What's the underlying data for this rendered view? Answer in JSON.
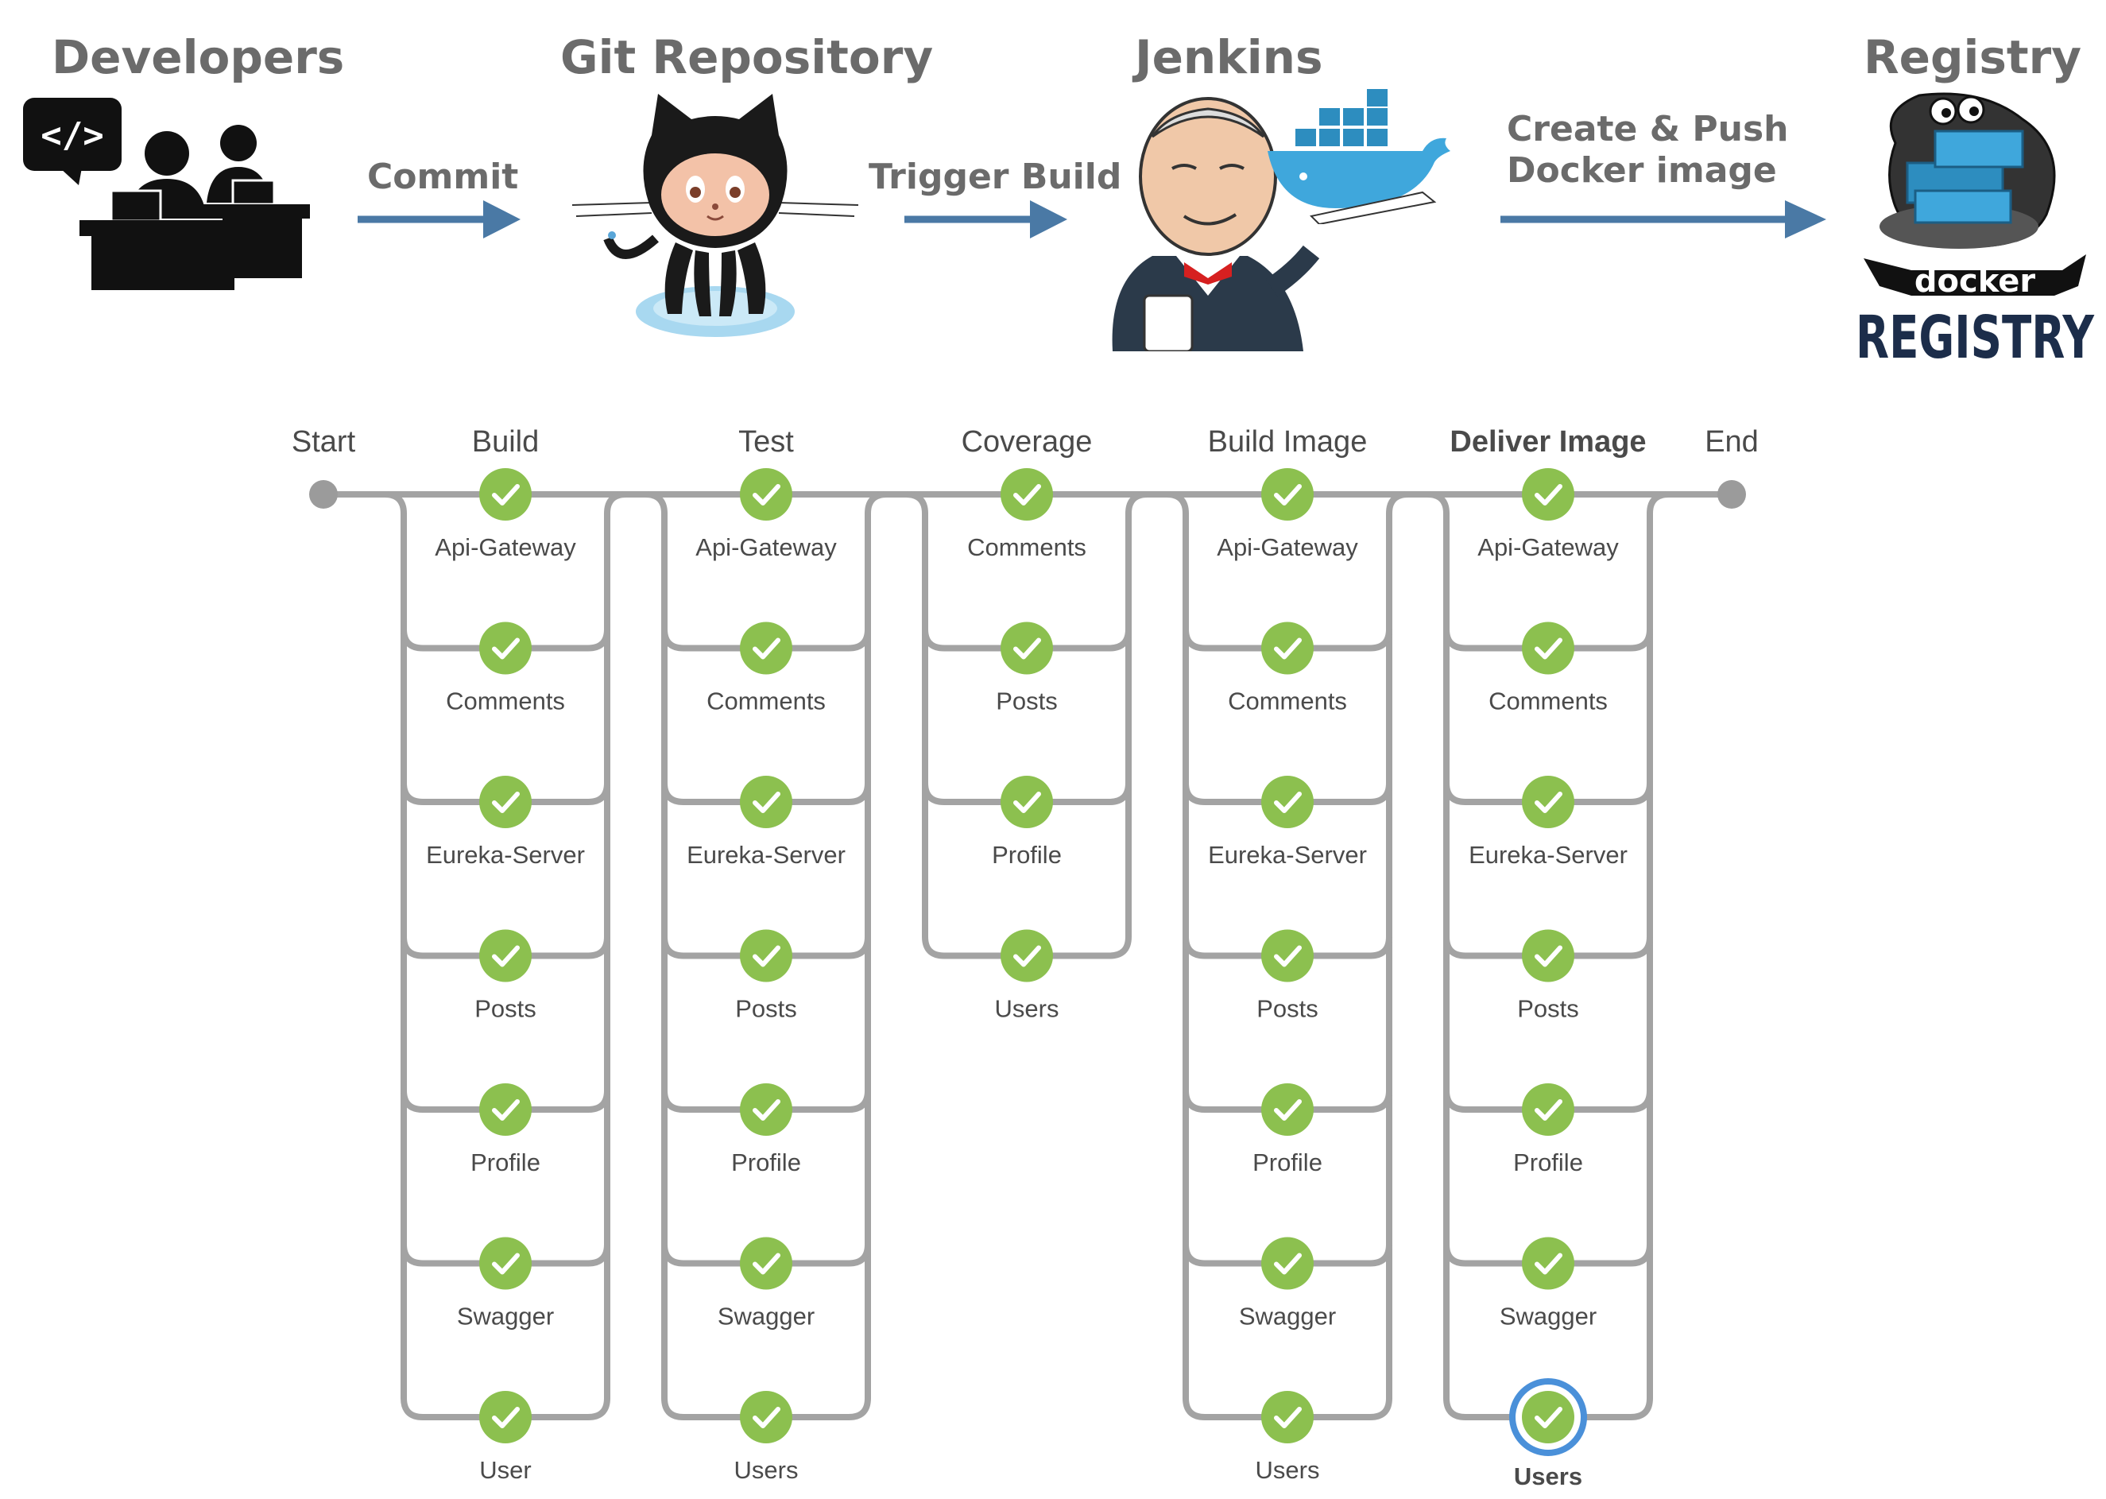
{
  "flow": {
    "developers_title": "Developers",
    "git_title": "Git Repository",
    "jenkins_title": "Jenkins",
    "registry_title": "Registry",
    "commit_label": "Commit",
    "trigger_label": "Trigger Build",
    "push_label_line1": "Create & Push",
    "push_label_line2": "Docker image",
    "code_badge": "</>",
    "docker_word": "docker",
    "registry_word": "REGISTRY",
    "arrow_color": "#4a79a5",
    "icons": [
      "developers-icon",
      "github-octocat-icon",
      "jenkins-butler-icon",
      "docker-whale-icon",
      "docker-registry-icon"
    ]
  },
  "pipeline": {
    "start_label": "Start",
    "end_label": "End",
    "success_color": "#8cc04f",
    "selected_ring_color": "#4a90d9",
    "line_color": "#a3a3a3",
    "stages": [
      {
        "name": "Build",
        "selected": false,
        "jobs": [
          "Api-Gateway",
          "Comments",
          "Eureka-Server",
          "Posts",
          "Profile",
          "Swagger",
          "User"
        ]
      },
      {
        "name": "Test",
        "selected": false,
        "jobs": [
          "Api-Gateway",
          "Comments",
          "Eureka-Server",
          "Posts",
          "Profile",
          "Swagger",
          "Users"
        ]
      },
      {
        "name": "Coverage",
        "selected": false,
        "jobs": [
          "Comments",
          "Posts",
          "Profile",
          "Users"
        ]
      },
      {
        "name": "Build Image",
        "selected": false,
        "jobs": [
          "Api-Gateway",
          "Comments",
          "Eureka-Server",
          "Posts",
          "Profile",
          "Swagger",
          "Users"
        ]
      },
      {
        "name": "Deliver Image",
        "selected": true,
        "selected_job": "Users",
        "jobs": [
          "Api-Gateway",
          "Comments",
          "Eureka-Server",
          "Posts",
          "Profile",
          "Swagger",
          "Users"
        ]
      }
    ],
    "status": "success"
  }
}
